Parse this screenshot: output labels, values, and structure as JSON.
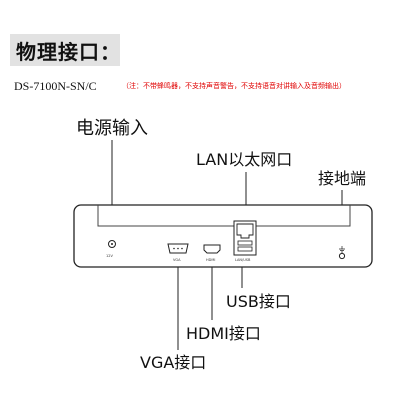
{
  "header": {
    "title": "物理接口：",
    "model": "DS-7100N-SN/C",
    "note": "（注：不带蜂鸣器，不支持声音警告，不支持语音对讲输入及音频输出）"
  },
  "callouts": {
    "power": "电源输入",
    "lan": "LAN以太网口",
    "ground": "接地端",
    "usb": "USB接口",
    "hdmi": "HDMI接口",
    "vga": "VGA接口"
  },
  "port_labels": {
    "power_rating": "12V",
    "vga": "VGA",
    "hdmi": "HDMI",
    "lan_usb": "LAN/USB"
  },
  "colors": {
    "note_red": "#e00000",
    "title_bg": "#e2e2e2"
  }
}
